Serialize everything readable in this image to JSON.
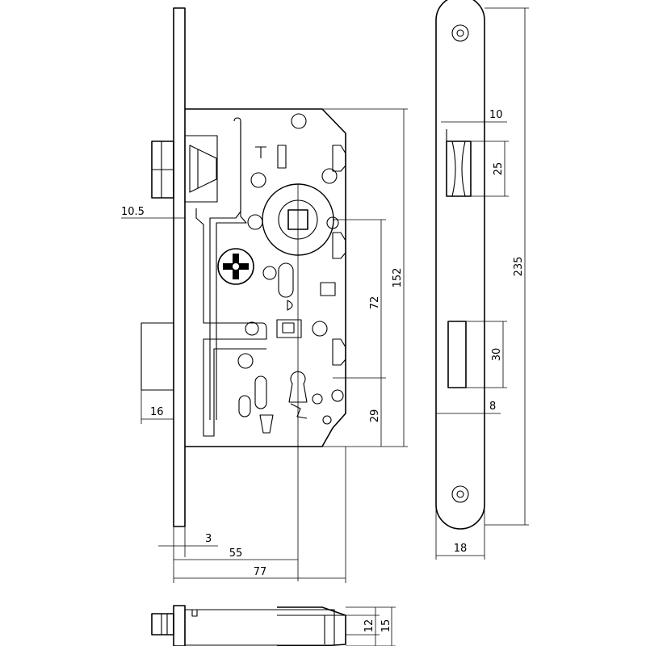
{
  "dimensions": {
    "backset_offset": "10.5",
    "latch_projection": "16",
    "faceplate_thickness": "3",
    "backset": "55",
    "case_depth": "77",
    "case_height": "152",
    "handle_to_key": "72",
    "key_to_bottom": "29",
    "strike_width": "10",
    "latch_opening": "25",
    "strike_length": "235",
    "bolt_opening": "30",
    "bolt_depth": "8",
    "strike_plate_width": "18",
    "bottom_inner": "12",
    "bottom_outer": "15"
  }
}
